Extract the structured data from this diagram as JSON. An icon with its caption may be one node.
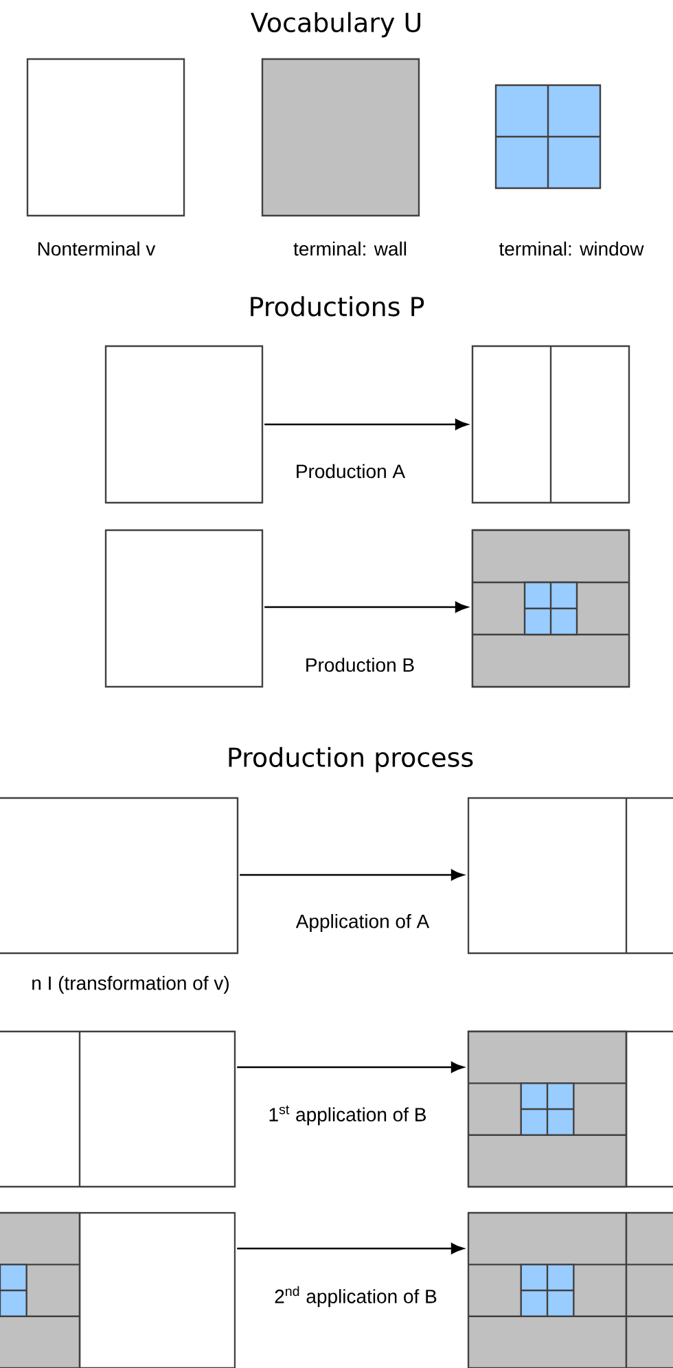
{
  "diagram": {
    "nodes": [
      {
        "text": [],
        "shape": "box",
        "beside": [
          "Nonterminal v"
        ]
      },
      {
        "text": [],
        "shape": "box",
        "beside": [
          "terminal: wall"
        ]
      },
      {
        "text": [],
        "shape": "box",
        "beside": [
          "terminal: window"
        ]
      },
      {
        "text": [],
        "shape": "box"
      },
      {
        "text": [],
        "shape": "box"
      },
      {
        "text": [],
        "shape": "box"
      },
      {
        "text": [],
        "shape": "box"
      },
      {
        "text": [],
        "shape": "box",
        "beside": [
          "n I (transformation of v)"
        ]
      },
      {
        "text": [],
        "shape": "box"
      },
      {
        "text": [],
        "shape": "box"
      },
      {
        "text": [],
        "shape": "box"
      },
      {
        "text": [],
        "shape": "box"
      },
      {
        "text": [],
        "shape": "box"
      }
    ],
    "edges": [
      {
        "from": 3,
        "to": 4,
        "arrow": "to",
        "label": "Production A"
      },
      {
        "from": 5,
        "to": 6,
        "arrow": "to",
        "label": "Production B"
      },
      {
        "from": 7,
        "to": 8,
        "arrow": "to",
        "label": "Application of A"
      },
      {
        "from": 9,
        "to": 10,
        "arrow": "to",
        "label": "1$^{st}$ application of B"
      },
      {
        "from": 11,
        "to": 12,
        "arrow": "to",
        "label": "2$^{nd}$ application of B"
      }
    ],
    "labels": [
      "Vocabulary U",
      "Productions P",
      "Production process"
    ]
  }
}
